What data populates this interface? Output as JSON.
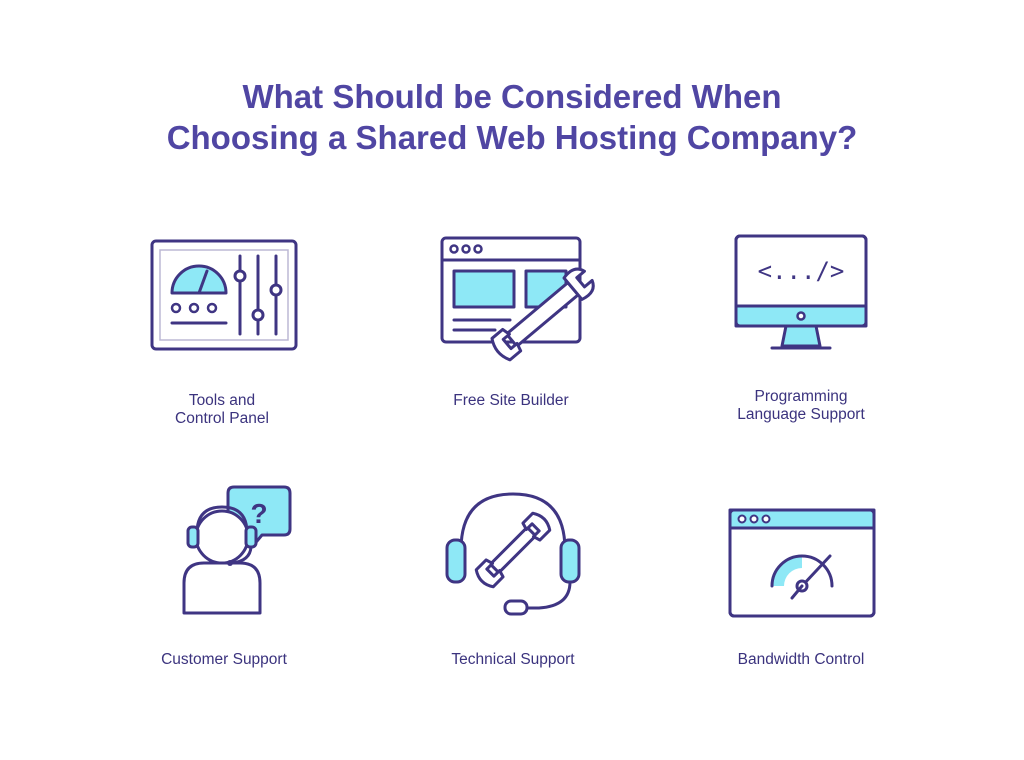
{
  "title": {
    "line1": "What Should be Considered When",
    "line2": "Choosing a Shared Web Hosting Company?"
  },
  "items": [
    {
      "icon": "control-panel-icon",
      "label_lines": [
        "Tools and",
        "Control Panel"
      ]
    },
    {
      "icon": "site-builder-icon",
      "label_lines": [
        "Free Site Builder"
      ]
    },
    {
      "icon": "code-monitor-icon",
      "label_lines": [
        "Programming",
        "Language Support"
      ],
      "code_text": "<.../>"
    },
    {
      "icon": "customer-support-icon",
      "label_lines": [
        "Customer Support"
      ],
      "bubble_text": "?"
    },
    {
      "icon": "technical-support-icon",
      "label_lines": [
        "Technical Support"
      ]
    },
    {
      "icon": "bandwidth-gauge-icon",
      "label_lines": [
        "Bandwidth Control"
      ]
    }
  ],
  "colors": {
    "title": "#5046a3",
    "stroke": "#3f3583",
    "accent": "#8ee8f6",
    "background": "#ffffff"
  }
}
